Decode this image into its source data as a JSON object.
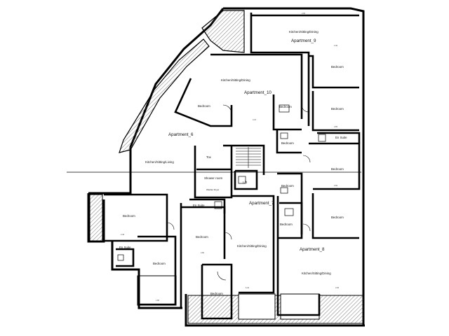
{
  "plan": {
    "apartments": [
      {
        "id": "apt6",
        "label": "Apartment_6"
      },
      {
        "id": "apt7",
        "label": "Apartment_7"
      },
      {
        "id": "apt8",
        "label": "Apartment_8"
      },
      {
        "id": "apt9",
        "label": "Apartment_9"
      },
      {
        "id": "apt10",
        "label": "Apartment_10"
      }
    ],
    "rooms": {
      "kitchen_sitting_dining": "Kitchen/Sitting/Dining",
      "kitchen_sitting_living": "Kitchen/Sitting/Living",
      "bedroom": "Bedroom",
      "ensuite": "En Suite",
      "shower_room": "Shower room",
      "lift": "L/ft",
      "tox": "Tox",
      "washer_dryer": "Washer Dryer"
    },
    "dimensions": [
      "2.90",
      "3.40",
      "4.15",
      "2.85",
      "3.60",
      "2.45",
      "1.80",
      "4.80",
      "6.40",
      "3.05"
    ]
  }
}
